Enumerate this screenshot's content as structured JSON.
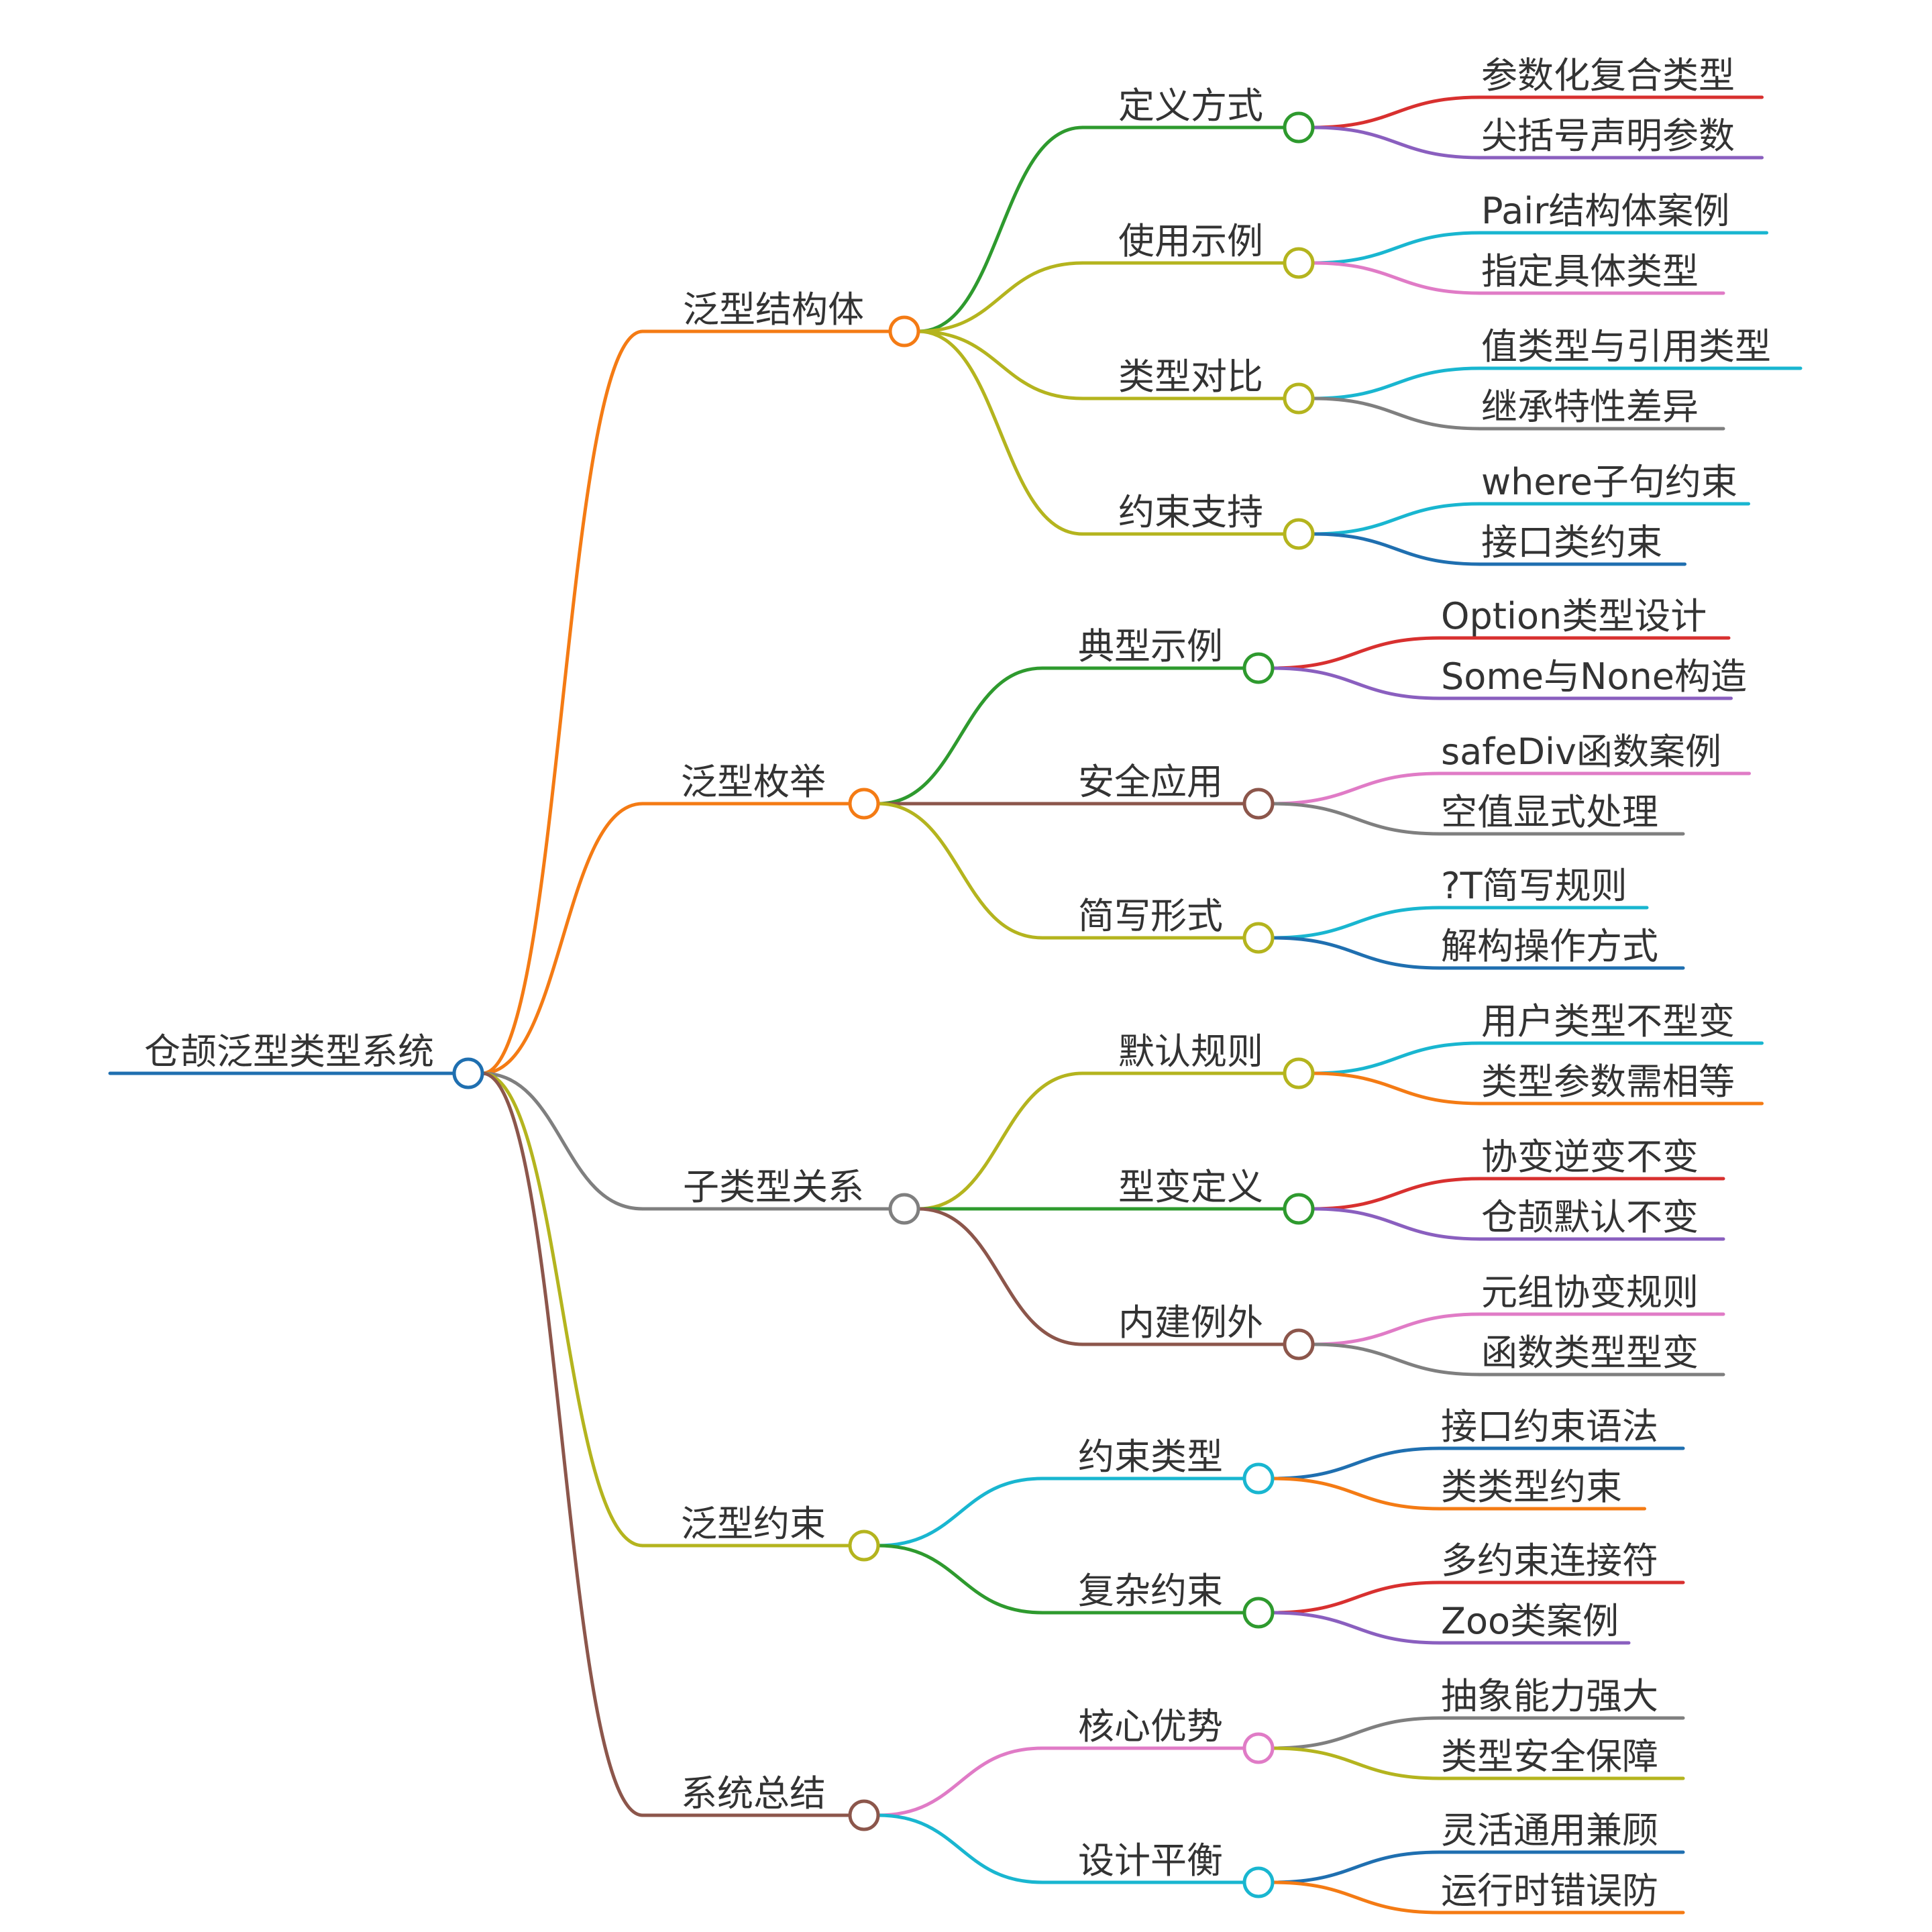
{
  "root": {
    "label": "仓颉泛型类型系统",
    "color": "#1f6fb0"
  },
  "branches": [
    {
      "label": "泛型结构体",
      "color": "#f47b14",
      "children": [
        {
          "label": "定义方式",
          "color": "#2e9a2e",
          "leaves": [
            {
              "label": "参数化复合类型",
              "color": "#d8302f"
            },
            {
              "label": "尖括号声明参数",
              "color": "#8a5fbf"
            }
          ]
        },
        {
          "label": "使用示例",
          "color": "#b4b41e",
          "leaves": [
            {
              "label": "Pair结构体案例",
              "color": "#19b6d0"
            },
            {
              "label": "指定具体类型",
              "color": "#e07bc6"
            }
          ]
        },
        {
          "label": "类型对比",
          "color": "#b4b41e",
          "leaves": [
            {
              "label": "值类型与引用类型",
              "color": "#19b6d0"
            },
            {
              "label": "继承特性差异",
              "color": "#7f7f7f"
            }
          ]
        },
        {
          "label": "约束支持",
          "color": "#b4b41e",
          "leaves": [
            {
              "label": "where子句约束",
              "color": "#19b6d0"
            },
            {
              "label": "接口类约束",
              "color": "#1f6fb0"
            }
          ]
        }
      ]
    },
    {
      "label": "泛型枚举",
      "color": "#f47b14",
      "children": [
        {
          "label": "典型示例",
          "color": "#2e9a2e",
          "leaves": [
            {
              "label": "Option类型设计",
              "color": "#d8302f"
            },
            {
              "label": "Some与None构造",
              "color": "#8a5fbf"
            }
          ]
        },
        {
          "label": "安全应用",
          "color": "#8c564b",
          "leaves": [
            {
              "label": "safeDiv函数案例",
              "color": "#e07bc6"
            },
            {
              "label": "空值显式处理",
              "color": "#7f7f7f"
            }
          ]
        },
        {
          "label": "简写形式",
          "color": "#b4b41e",
          "leaves": [
            {
              "label": "?T简写规则",
              "color": "#19b6d0"
            },
            {
              "label": "解构操作方式",
              "color": "#1f6fb0"
            }
          ]
        }
      ]
    },
    {
      "label": "子类型关系",
      "color": "#7f7f7f",
      "children": [
        {
          "label": "默认规则",
          "color": "#b4b41e",
          "leaves": [
            {
              "label": "用户类型不型变",
              "color": "#19b6d0"
            },
            {
              "label": "类型参数需相等",
              "color": "#f47b14"
            }
          ]
        },
        {
          "label": "型变定义",
          "color": "#2e9a2e",
          "leaves": [
            {
              "label": "协变逆变不变",
              "color": "#d8302f"
            },
            {
              "label": "仓颉默认不变",
              "color": "#8a5fbf"
            }
          ]
        },
        {
          "label": "内建例外",
          "color": "#8c564b",
          "leaves": [
            {
              "label": "元组协变规则",
              "color": "#e07bc6"
            },
            {
              "label": "函数类型型变",
              "color": "#7f7f7f"
            }
          ]
        }
      ]
    },
    {
      "label": "泛型约束",
      "color": "#b4b41e",
      "children": [
        {
          "label": "约束类型",
          "color": "#19b6d0",
          "leaves": [
            {
              "label": "接口约束语法",
              "color": "#1f6fb0"
            },
            {
              "label": "类类型约束",
              "color": "#f47b14"
            }
          ]
        },
        {
          "label": "复杂约束",
          "color": "#2e9a2e",
          "leaves": [
            {
              "label": "多约束连接符",
              "color": "#d8302f"
            },
            {
              "label": "Zoo类案例",
              "color": "#8a5fbf"
            }
          ]
        }
      ]
    },
    {
      "label": "系统总结",
      "color": "#8c564b",
      "children": [
        {
          "label": "核心优势",
          "color": "#e07bc6",
          "leaves": [
            {
              "label": "抽象能力强大",
              "color": "#7f7f7f"
            },
            {
              "label": "类型安全保障",
              "color": "#b4b41e"
            }
          ]
        },
        {
          "label": "设计平衡",
          "color": "#19b6d0",
          "leaves": [
            {
              "label": "灵活通用兼顾",
              "color": "#1f6fb0"
            },
            {
              "label": "运行时错误防",
              "color": "#f47b14"
            }
          ]
        }
      ]
    }
  ]
}
